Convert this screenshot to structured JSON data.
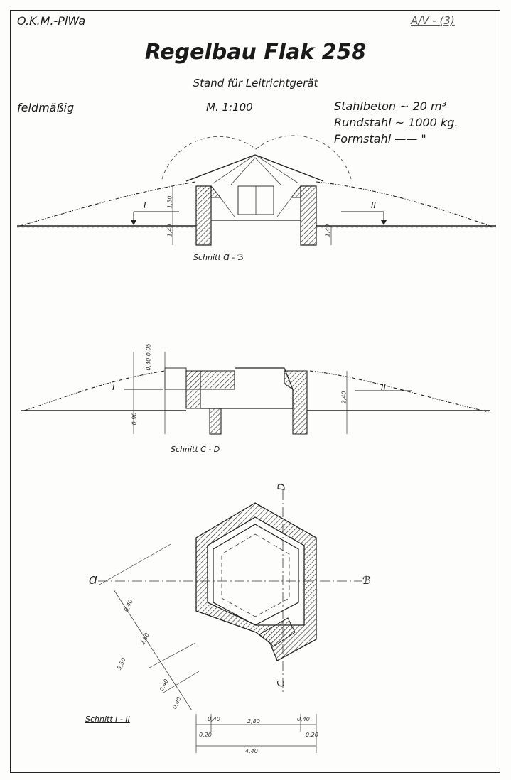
{
  "header": {
    "left_mark": "O.K.M.-PiWa",
    "right_mark": "A/V - (3)"
  },
  "title": "Regelbau Flak 258",
  "subtitle": "Stand für Leitrichtgerät",
  "specs": {
    "type_note": "feldmäßig",
    "scale": "M. 1:100",
    "concrete": "Stahlbeton ~ 20 m³",
    "round_steel": "Rundstahl ~ 1000 kg.",
    "form_steel": "Formstahl —— \""
  },
  "sections": {
    "section_ab": {
      "label": "Schnitt Ɑ - ℬ",
      "marker_left": "I",
      "marker_right": "II",
      "dim_height": "1,50",
      "dim_lower_left": "1,40",
      "dim_lower_right": "1,40"
    },
    "section_cd": {
      "label": "Schnitt C - D",
      "marker_left": "I",
      "marker_right": "II",
      "dim_top": "0,40 0,05",
      "dim_left": "0,90",
      "dim_right": "2,40"
    },
    "section_plan": {
      "label": "Schnitt I - II",
      "mark_a": "Ɑ",
      "mark_b": "ℬ",
      "mark_c": "C",
      "mark_d": "D",
      "dims_bottom_upper": [
        "0,40",
        "2,80",
        "0,40"
      ],
      "dims_bottom_lower": [
        "0,20",
        "0,20"
      ],
      "dim_total": "4,40",
      "dims_diagonal": [
        "5,50",
        "2,80",
        "0,40",
        "0,40",
        "0,40"
      ]
    }
  },
  "colors": {
    "ink": "#1a1a1a",
    "paper": "#fdfdfb",
    "hatch": "#333333"
  }
}
